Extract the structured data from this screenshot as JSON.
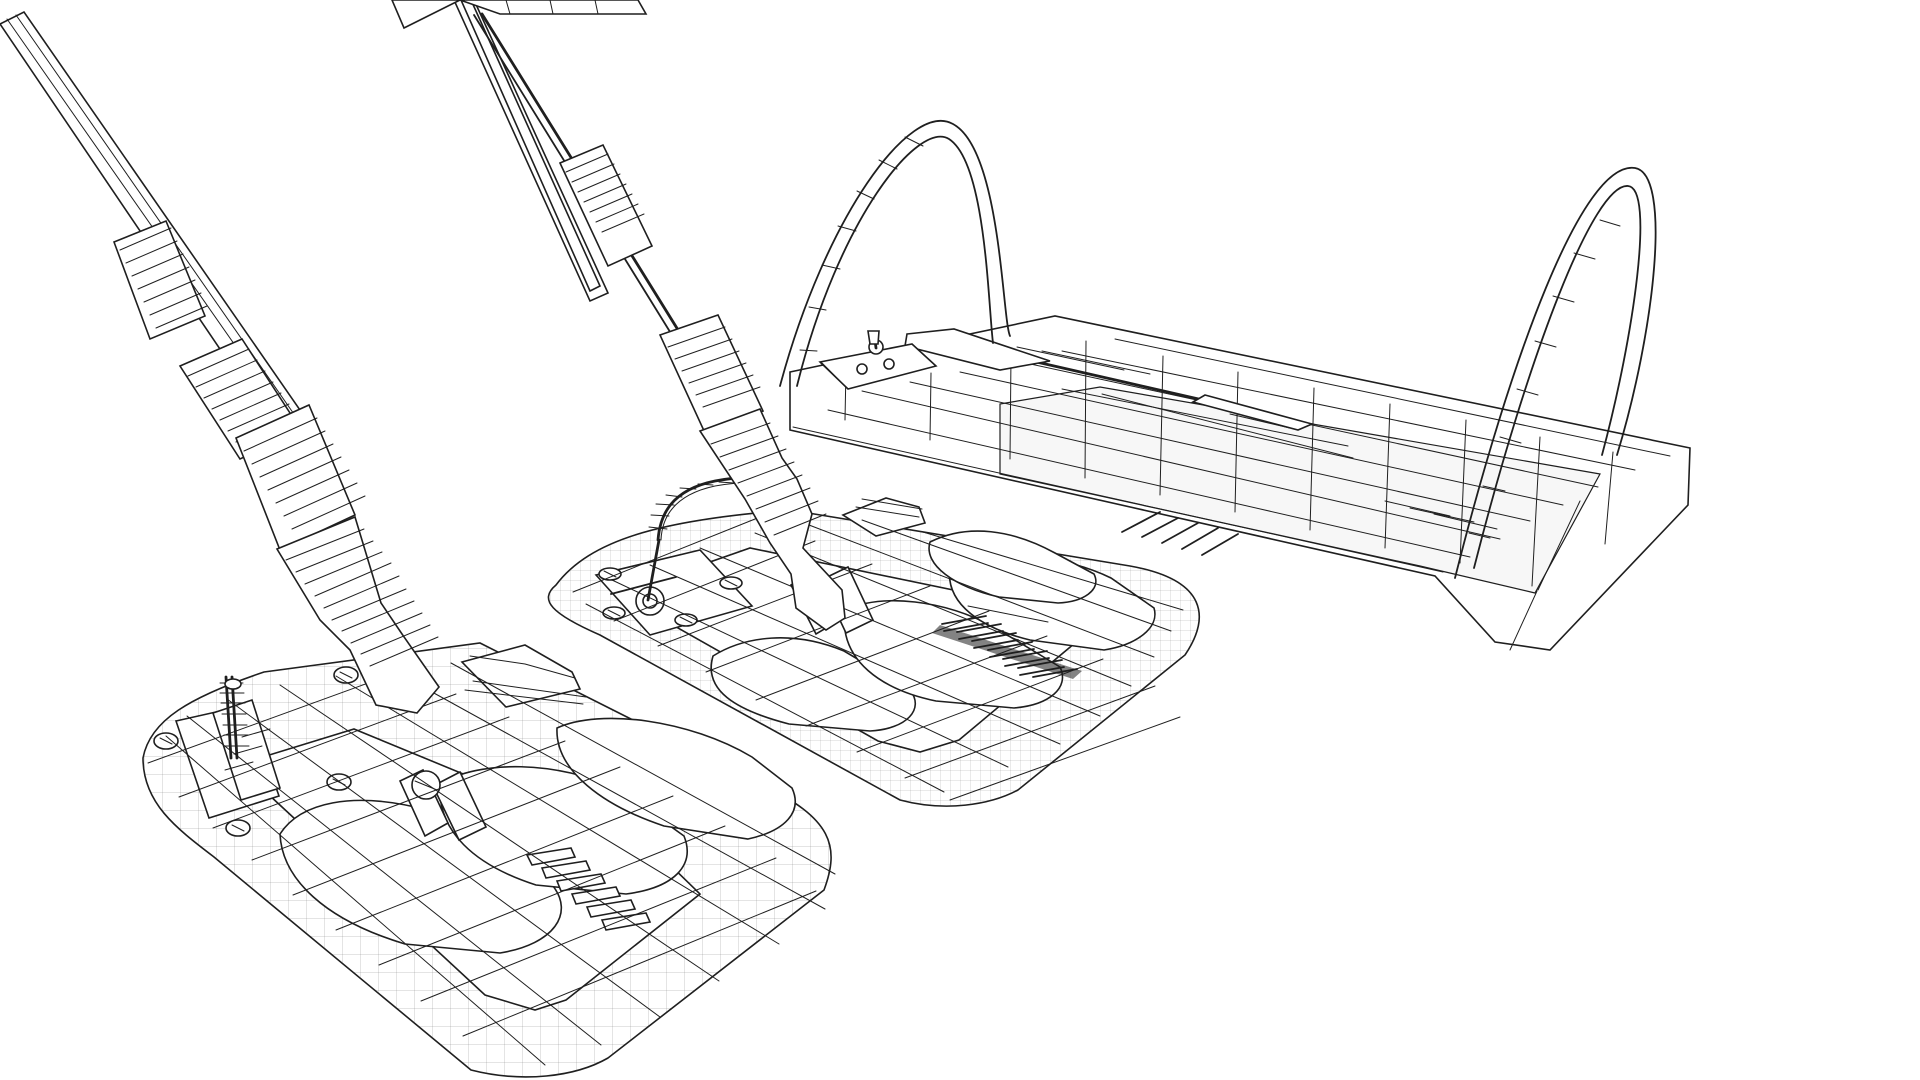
{
  "scene": {
    "background_color": "#ffffff",
    "line_color": "#1f1f1f",
    "objects": [
      "metal-detector-front",
      "metal-detector-middle",
      "metal-detector-rear"
    ]
  }
}
